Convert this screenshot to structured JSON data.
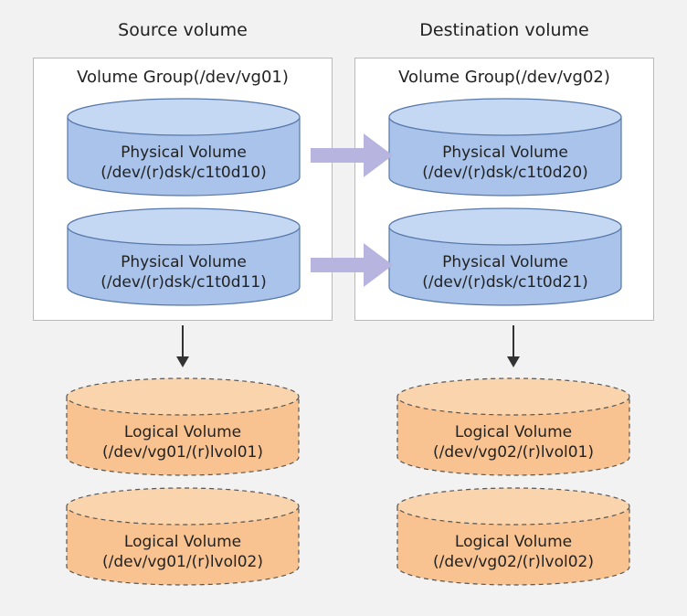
{
  "source": {
    "title": "Source volume",
    "group_label": "Volume Group(/dev/vg01)",
    "physical_volumes": [
      {
        "name": "Physical Volume",
        "path": "(/dev/(r)dsk/c1t0d10)"
      },
      {
        "name": "Physical Volume",
        "path": "(/dev/(r)dsk/c1t0d11)"
      }
    ],
    "logical_volumes": [
      {
        "name": "Logical Volume",
        "path": "(/dev/vg01/(r)lvol01)"
      },
      {
        "name": "Logical Volume",
        "path": "(/dev/vg01/(r)lvol02)"
      }
    ]
  },
  "destination": {
    "title": "Destination volume",
    "group_label": "Volume Group(/dev/vg02)",
    "physical_volumes": [
      {
        "name": "Physical Volume",
        "path": "(/dev/(r)dsk/c1t0d20)"
      },
      {
        "name": "Physical Volume",
        "path": "(/dev/(r)dsk/c1t0d21)"
      }
    ],
    "logical_volumes": [
      {
        "name": "Logical Volume",
        "path": "(/dev/vg02/(r)lvol01)"
      },
      {
        "name": "Logical Volume",
        "path": "(/dev/vg02/(r)lvol02)"
      }
    ]
  },
  "colors": {
    "physical_fill": "#a9c3ea",
    "physical_top": "#c5d8f3",
    "physical_stroke": "#5577aa",
    "logical_fill": "#f8c390",
    "logical_top": "#fad4ad",
    "logical_stroke": "#555555",
    "copy_arrow": "#b7b5e0",
    "down_arrow": "#333333"
  }
}
